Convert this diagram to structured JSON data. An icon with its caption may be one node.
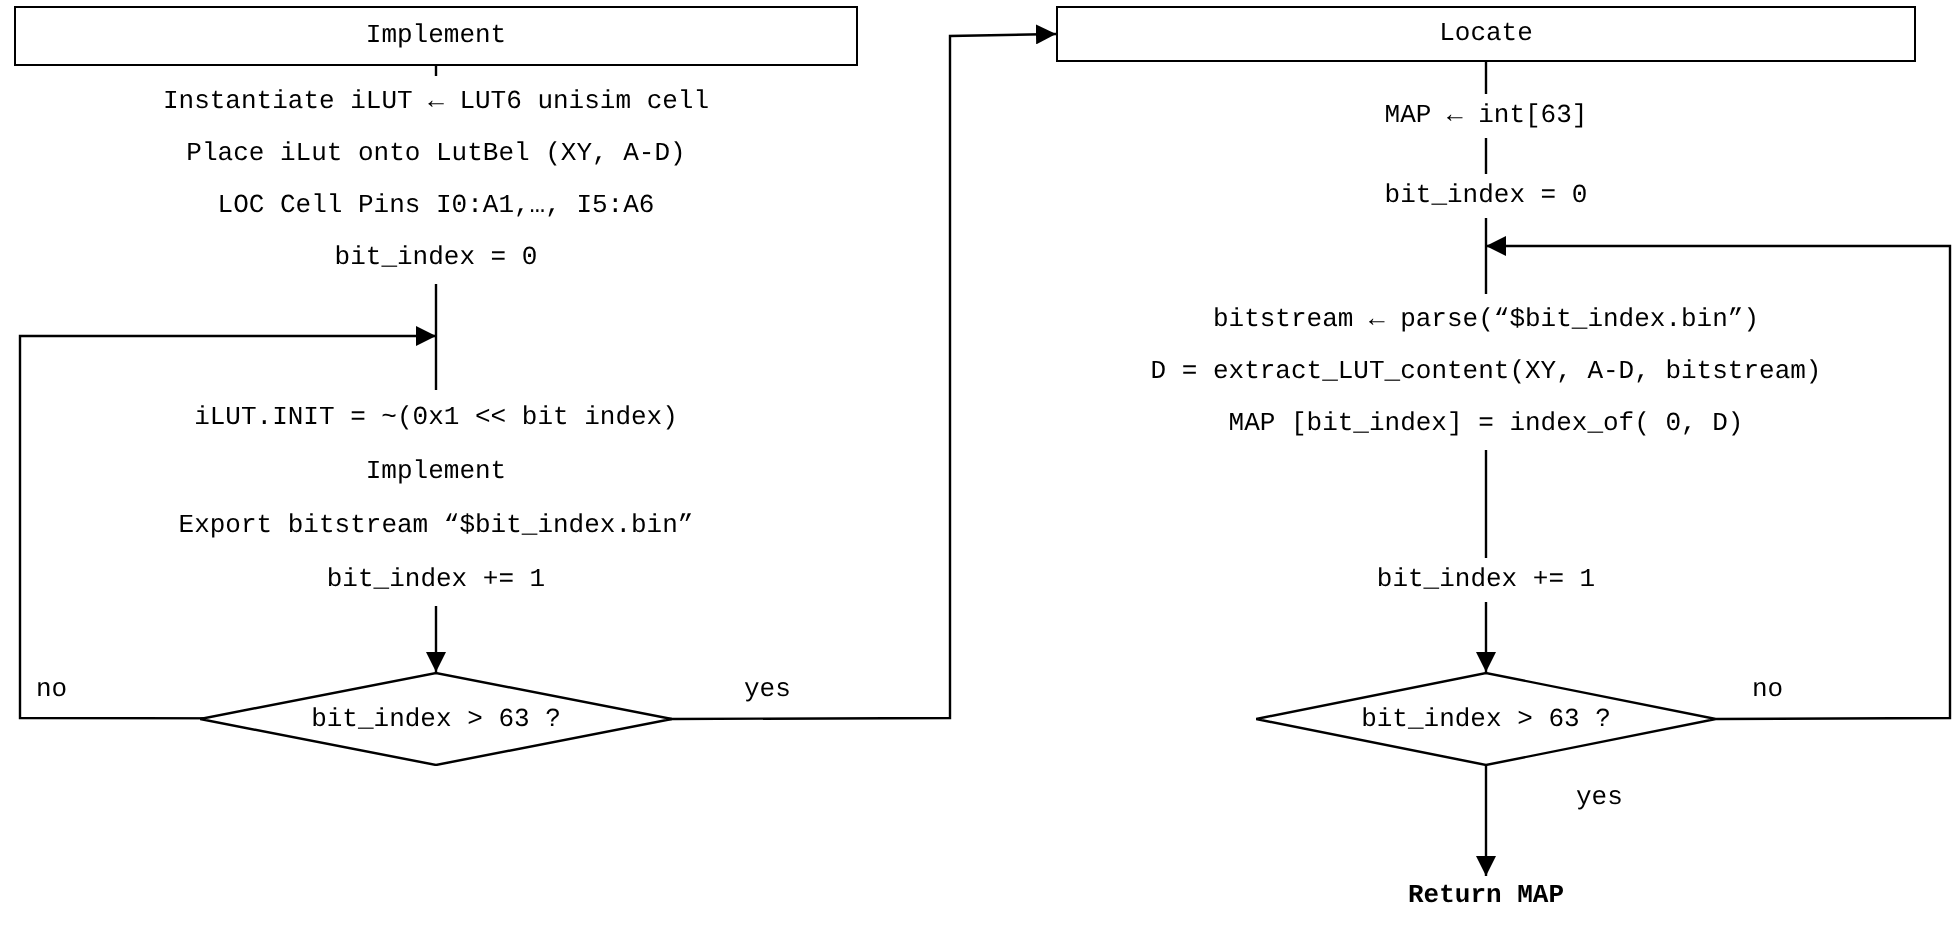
{
  "diagram": {
    "nodes": [
      {
        "text": [
          "Implement"
        ]
      },
      {
        "text": [
          "Instantiate iLUT ← LUT6 unisim cell",
          "Place iLut onto LutBel (XY, A-D)",
          "LOC Cell Pins I0:A1,…, I5:A6",
          "bit_index = 0"
        ]
      },
      {
        "text": [
          "iLUT.INIT = ~(0x1 << bit index)",
          "Implement",
          "Export bitstream “$bit_index.bin”",
          "bit_index += 1"
        ]
      },
      {
        "text": [
          "bit_index > 63 ?"
        ]
      },
      {
        "text": [
          "Locate"
        ]
      },
      {
        "text": [
          "MAP ← int[63]"
        ]
      },
      {
        "text": [
          "bit_index = 0"
        ]
      },
      {
        "text": [
          "bitstream ← parse(“$bit_index.bin”)",
          "D = extract_LUT_content(XY, A-D, bitstream)",
          "MAP [bit_index] = index_of( 0, D)"
        ]
      },
      {
        "text": [
          "bit_index += 1"
        ]
      },
      {
        "text": [
          "bit_index > 63 ?"
        ]
      },
      {
        "text": [
          "Return MAP"
        ]
      }
    ],
    "edges": [
      {
        "from": 0,
        "to": 1,
        "arrow": "none"
      },
      {
        "from": 1,
        "to": 2,
        "arrow": "none"
      },
      {
        "from": 2,
        "to": 3,
        "arrow": "to"
      },
      {
        "from": 3,
        "to": 2,
        "arrow": "to",
        "label": "no"
      },
      {
        "from": 3,
        "to": 4,
        "arrow": "to",
        "label": "yes"
      },
      {
        "from": 4,
        "to": 5,
        "arrow": "none"
      },
      {
        "from": 5,
        "to": 6,
        "arrow": "none"
      },
      {
        "from": 6,
        "to": 7,
        "arrow": "none"
      },
      {
        "from": 7,
        "to": 8,
        "arrow": "none"
      },
      {
        "from": 8,
        "to": 9,
        "arrow": "to"
      },
      {
        "from": 9,
        "to": 10,
        "arrow": "to",
        "label": "yes"
      },
      {
        "from": 9,
        "to": 7,
        "arrow": "to",
        "label": "no"
      }
    ]
  }
}
